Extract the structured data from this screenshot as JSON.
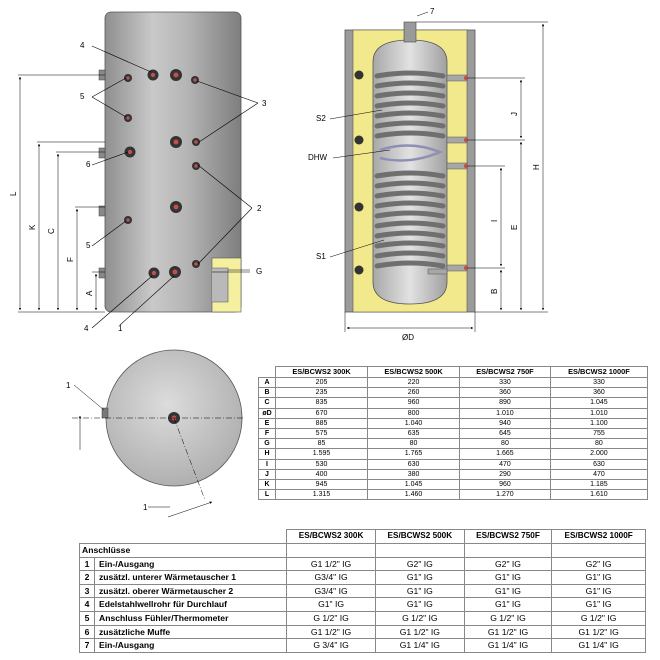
{
  "labels": {
    "front": {
      "l4a": "4",
      "l5a": "5",
      "l6": "6",
      "l5b": "5",
      "l3": "3",
      "l2": "2",
      "l4b": "4",
      "l1": "1",
      "G": "G"
    },
    "front_dims": {
      "L": "L",
      "K": "K",
      "C": "C",
      "F": "F",
      "A": "A"
    },
    "section": {
      "n7": "7",
      "S2": "S2",
      "DHW": "DHW",
      "S1": "S1",
      "J": "J",
      "I": "I",
      "E": "E",
      "B": "B",
      "H": "H",
      "D": "ØD"
    },
    "top_view": {
      "n1a": "1",
      "n1b": "1"
    }
  },
  "dimension_table": {
    "columns": [
      "ES/BCWS2 300K",
      "ES/BCWS2 500K",
      "ES/BCWS2 750F",
      "ES/BCWS2 1000F"
    ],
    "rows": [
      {
        "label": "A",
        "values": [
          "205",
          "220",
          "330",
          "330"
        ]
      },
      {
        "label": "B",
        "values": [
          "235",
          "260",
          "360",
          "360"
        ]
      },
      {
        "label": "C",
        "values": [
          "835",
          "960",
          "890",
          "1.045"
        ]
      },
      {
        "label": "øD",
        "values": [
          "670",
          "800",
          "1.010",
          "1.010"
        ]
      },
      {
        "label": "E",
        "values": [
          "885",
          "1.040",
          "940",
          "1.100"
        ]
      },
      {
        "label": "F",
        "values": [
          "575",
          "635",
          "645",
          "755"
        ]
      },
      {
        "label": "G",
        "values": [
          "85",
          "80",
          "80",
          "80"
        ]
      },
      {
        "label": "H",
        "values": [
          "1.595",
          "1.765",
          "1.665",
          "2.000"
        ]
      },
      {
        "label": "I",
        "values": [
          "530",
          "630",
          "470",
          "630"
        ]
      },
      {
        "label": "J",
        "values": [
          "400",
          "380",
          "290",
          "470"
        ]
      },
      {
        "label": "K",
        "values": [
          "945",
          "1.045",
          "960",
          "1.185"
        ]
      },
      {
        "label": "L",
        "values": [
          "1.315",
          "1.460",
          "1.270",
          "1.610"
        ]
      }
    ]
  },
  "connections_table": {
    "columns": [
      "ES/BCWS2 300K",
      "ES/BCWS2 500K",
      "ES/BCWS2 750F",
      "ES/BCWS2 1000F"
    ],
    "section_title": "Anschlüsse",
    "rows": [
      {
        "num": "1",
        "desc": "Ein-/Ausgang",
        "values": [
          "G1 1/2\" IG",
          "G2\" IG",
          "G2\" IG",
          "G2\" IG"
        ]
      },
      {
        "num": "2",
        "desc": "zusätzl. unterer Wärmetauscher 1",
        "values": [
          "G3/4\" IG",
          "G1\" IG",
          "G1\" IG",
          "G1\" IG"
        ]
      },
      {
        "num": "3",
        "desc": "zusätzl. oberer Wärmetauscher 2",
        "values": [
          "G3/4\" IG",
          "G1\" IG",
          "G1\" IG",
          "G1\" IG"
        ]
      },
      {
        "num": "4",
        "desc": "Edelstahlwellrohr für Durchlauf",
        "values": [
          "G1\" IG",
          "G1\" IG",
          "G1\" IG",
          "G1\" IG"
        ]
      },
      {
        "num": "5",
        "desc": "Anschluss Fühler/Thermometer",
        "values": [
          "G 1/2\" IG",
          "G 1/2\" IG",
          "G 1/2\" IG",
          "G 1/2\" IG"
        ]
      },
      {
        "num": "6",
        "desc": "zusätzliche Muffe",
        "values": [
          "G1 1/2\" IG",
          "G1 1/2\" IG",
          "G1 1/2\" IG",
          "G1 1/2\" IG"
        ]
      },
      {
        "num": "7",
        "desc": "Ein-/Ausgang",
        "values": [
          "G 3/4\" IG",
          "G1 1/4\" IG",
          "G1 1/4\" IG",
          "G1 1/4\" IG"
        ]
      }
    ]
  }
}
